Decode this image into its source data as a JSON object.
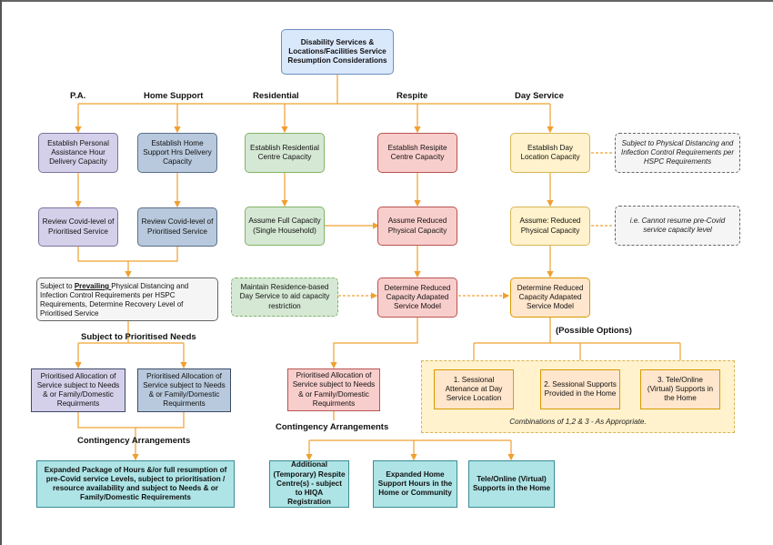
{
  "diagram": {
    "root": "Disability Services & Locations/Facilities Service Resumption Considerations",
    "column_labels": {
      "pa": "P.A.",
      "home_support": "Home Support",
      "residential": "Residential",
      "respite": "Respite",
      "day_service": "Day Service"
    },
    "pa": {
      "step1": "Establish Personal Assistance Hour Delivery Capacity",
      "step2": "Review Covid-level of Prioritised Service"
    },
    "home_support": {
      "step1": "Establish Home Support Hrs Delivery Capacity",
      "step2": "Review Covid-level of Prioritised Service"
    },
    "residential": {
      "step1": "Establish Residential Centre Capacity",
      "step2": "Assume Full Capacity (Single Household)",
      "step3": "Maintain Residence-based Day Service to aid capacity restriction"
    },
    "respite": {
      "step1": "Establish Resipite Centre Capacity",
      "step2": "Assume Reduced Physical Capacity",
      "step3": "Determine Reduced Capacity Adapated Service Model",
      "step4": "Prioritised Allocation of Service subject to Needs & or Family/Domestic Requirments"
    },
    "day_service": {
      "step1": "Establish Day Location Capacity",
      "step2": "Assume: Reduced Physical Capacity",
      "step3": "Determine Reduced Capacity Adapated Service Model",
      "note1": "Subject to Physical Distancing and Infection Control Requirements per HSPC Requirements",
      "note2": "i.e. Cannot resume pre-Covid service capacity level"
    },
    "merged_pa_hs": {
      "prefix": "Subject to ",
      "emph": "Prevailing ",
      "rest": "Physical Distancing and Infection Control Requirements per HSPC Requirements, Determine Recovery Level of Prioritised Service"
    },
    "subject_label": "Subject to Prioritised Needs",
    "allocation_left": "Prioritised Allocation of Service subject to Needs & or Family/Domestic Requirments",
    "allocation_right": "Prioritised Allocation of Service subject to Needs & or Family/Domestic Requirments",
    "contingency_left_label": "Contingency Arrangements",
    "contingency_left": "Expanded Package of Hours &/or full resumption of pre-Covid service Levels, subject to prioritisation / resource availability and subject to Needs & or Family/Domestic Requirements",
    "contingency_mid_label": "Contingency Arrangements",
    "contingency_mid": [
      "Additional (Temporary) Respite Centre(s) - subject to HIQA Registration",
      "Expanded Home Support Hours in the Home or Community",
      "Tele/Online (Virtual) Supports in the Home"
    ],
    "options_label": "(Possible Options)",
    "options": [
      "1. Sessional Attenance at Day Service Location",
      "2. Sessional Supports Provided in the Home",
      "3. Tele/Online (Virtual) Supports in the Home"
    ],
    "options_note": "Combinations of 1,2 & 3 - As Appropriate."
  },
  "colors": {
    "connector": "#f0a030",
    "root": "#dae8fc",
    "pa": "#d5d0ea",
    "home_support": "#b8c9dd",
    "residential": "#d5e8d4",
    "respite": "#f8cecc",
    "day_service": "#fff2cc",
    "options": "#ffe6cc",
    "contingency": "#aee4e6"
  }
}
